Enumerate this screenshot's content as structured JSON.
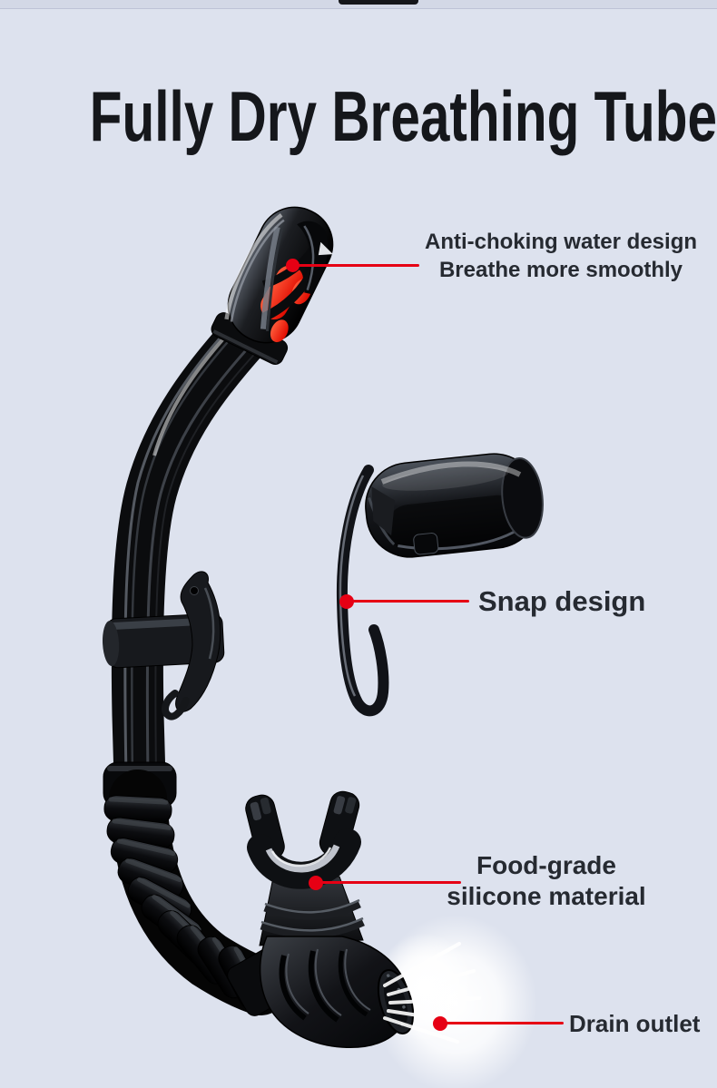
{
  "page": {
    "background_color": "#dde2ee",
    "accent_color": "#e60014",
    "heading_color": "#15171b",
    "label_color": "#262a31"
  },
  "header": {
    "title": "Fully Dry Breathing Tube"
  },
  "callouts": {
    "anti_choking": {
      "line1": "Anti-choking water design",
      "line2": "Breathe more smoothly"
    },
    "snap": {
      "label": "Snap design"
    },
    "silicone": {
      "line1": "Food-grade",
      "line2": "silicone material"
    },
    "drain": {
      "label": "Drain outlet"
    }
  },
  "icons": {
    "callout_dot": "red-filled-circle",
    "callout_line": "red-leader-line"
  }
}
